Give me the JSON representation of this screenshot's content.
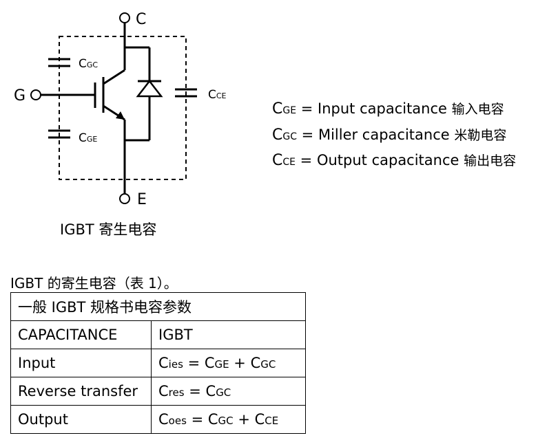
{
  "diagram": {
    "terminal_c": "C",
    "terminal_g": "G",
    "terminal_e": "E",
    "cap_gc": {
      "main": "C",
      "sub": "GC"
    },
    "cap_ge": {
      "main": "C",
      "sub": "GE"
    },
    "cap_ce": {
      "main": "C",
      "sub": "CE"
    },
    "caption": "IGBT  寄生电容"
  },
  "legend": [
    {
      "main": "C",
      "sub": "GE",
      "text": " = Input capacitance ",
      "zh": "输入电容"
    },
    {
      "main": "C",
      "sub": "GC",
      "text": " = Miller capacitance ",
      "zh": "米勒电容"
    },
    {
      "main": "C",
      "sub": "CE",
      "text": " = Output capacitance ",
      "zh": "输出电容"
    }
  ],
  "note": "IGBT 的寄生电容（表 1）。",
  "table": {
    "title": "一般 IGBT 规格书电容参数",
    "header": [
      "CAPACITANCE",
      "IGBT"
    ],
    "rows": [
      {
        "label": "Input",
        "f": [
          "C",
          "ies",
          " = ",
          "C",
          "GE",
          " + ",
          "C",
          "GC"
        ]
      },
      {
        "label": "Reverse transfer",
        "f": [
          "C",
          "res",
          " = ",
          "C",
          "GC",
          "",
          "",
          ""
        ]
      },
      {
        "label": "Output",
        "f": [
          "C",
          "oes",
          " = ",
          "C",
          "GC",
          " + ",
          "C",
          "CE"
        ]
      }
    ]
  }
}
